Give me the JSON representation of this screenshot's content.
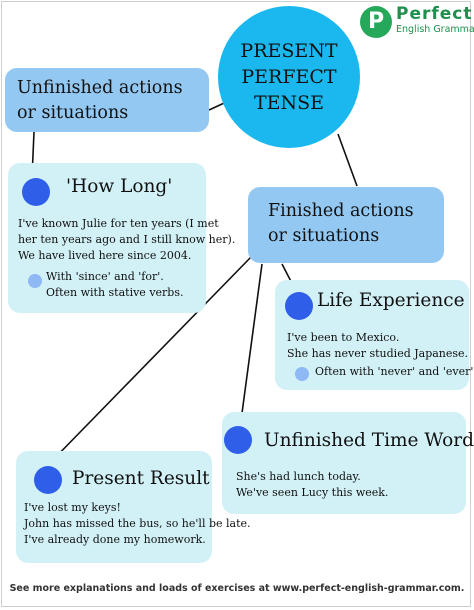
{
  "logo": {
    "mark": "P",
    "word": "Perfect",
    "subtitle": "English Grammar",
    "brand_color": "#1f8f4d"
  },
  "center": {
    "lines": [
      "PRESENT",
      "PERFECT",
      "TENSE"
    ],
    "color": "#1bb8f0"
  },
  "categories": {
    "unfinished": {
      "lines": [
        "Unfinished actions",
        "or situations"
      ]
    },
    "finished": {
      "lines": [
        "Finished actions",
        "or situations"
      ]
    },
    "color": "#93c8f2"
  },
  "boxes": {
    "how_long": {
      "title": "'How Long'",
      "examples": [
        "I've known Julie for ten years (I met",
        "her ten years ago and I still know her).",
        "We have lived here since 2004."
      ],
      "notes": [
        "With 'since' and 'for'.",
        "Often with stative verbs."
      ]
    },
    "life_experience": {
      "title": "Life Experience",
      "examples": [
        "I've been to Mexico.",
        "She has never studied Japanese."
      ],
      "notes": [
        "Often with 'never' and 'ever'."
      ]
    },
    "unfinished_time": {
      "title": "Unfinished Time Word",
      "examples": [
        "She's had lunch today.",
        "We've seen Lucy this week."
      ]
    },
    "present_result": {
      "title": "Present Result",
      "examples": [
        "I've lost my keys!",
        "John has missed the bus, so he'll be late.",
        "I've already done my homework."
      ]
    },
    "box_color": "#d2f1f6",
    "dot_color": "#2f5ee8"
  },
  "footer": "See more explanations and loads of exercises at www.perfect-english-grammar.com."
}
